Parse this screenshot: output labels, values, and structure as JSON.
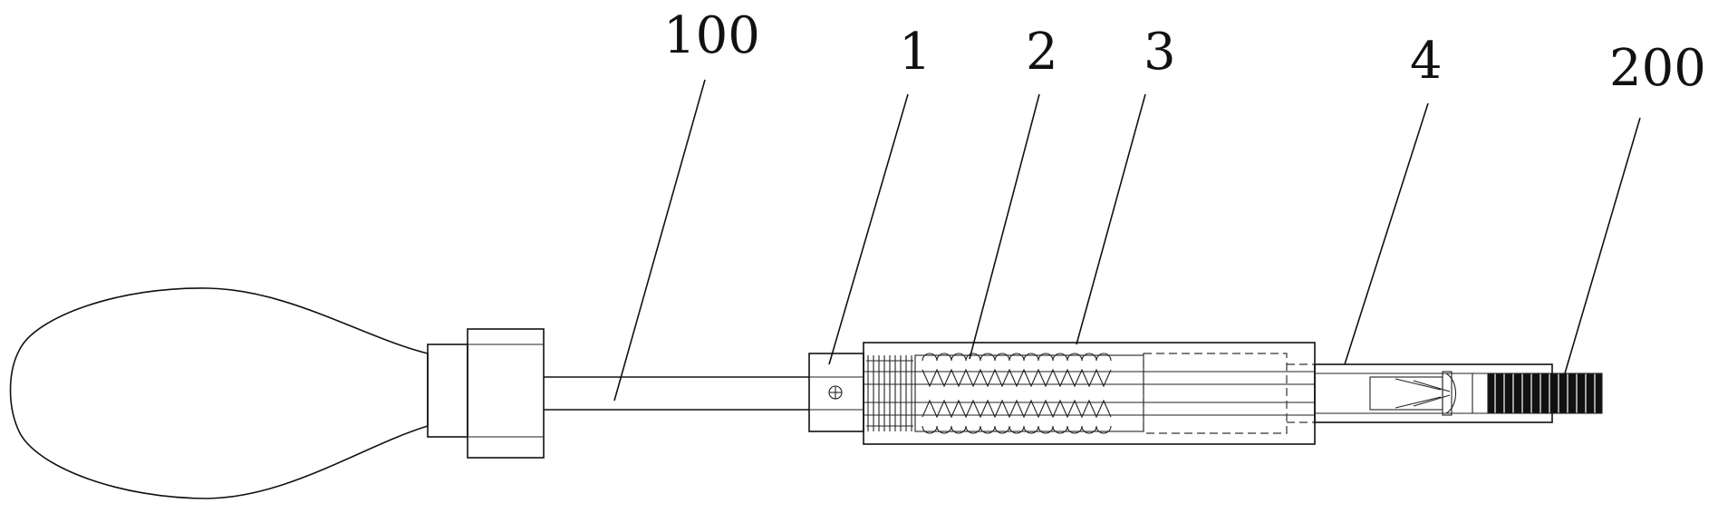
{
  "labels": {
    "handle_assembly": "100",
    "part_1": "1",
    "part_2": "2",
    "part_3": "3",
    "part_4": "4",
    "bit": "200"
  }
}
